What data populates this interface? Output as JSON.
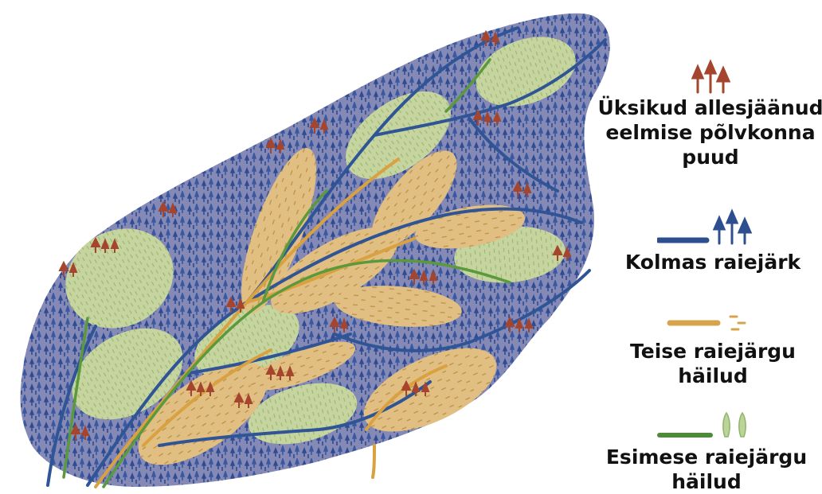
{
  "legend": {
    "remnant": {
      "line1": "Üksikud allesjäänud",
      "line2": "eelmise põlvkonna",
      "line3": "puud",
      "icon": "red-trees-icon",
      "color": "#a5452e"
    },
    "third": {
      "line1": "Kolmas raiejärk",
      "icon": "blue-line-trees-icon",
      "color": "#2d4f8f"
    },
    "second": {
      "line1": "Teise raiejärgu",
      "line2": "häilud",
      "icon": "yellow-line-dashes-icon",
      "color": "#d6a44c"
    },
    "first": {
      "line1": "Esimese raiejärgu",
      "line2": "häilud",
      "icon": "green-line-saplings-icon",
      "color": "#4e8a3a"
    }
  },
  "map": {
    "background_color": "#8a8fb8",
    "gap_first_color": "#c5d49e",
    "gap_second_color": "#e2bf80",
    "forest_tree_color": "#34529a",
    "remnant_tree_color": "#a5452e"
  }
}
